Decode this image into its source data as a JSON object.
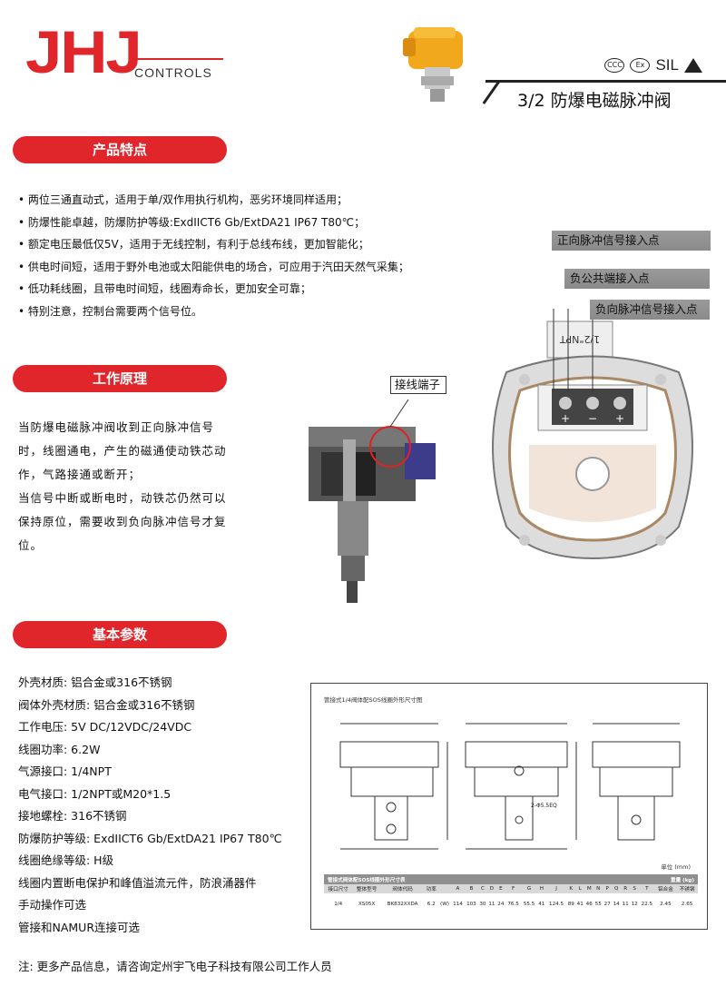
{
  "brand": {
    "letters": "JHJ",
    "sub": "CONTROLS"
  },
  "cert": {
    "c1": "CCC",
    "c2": "Ex",
    "sil": "SIL"
  },
  "title": "3/2 防爆电磁脉冲阀",
  "sections": {
    "features": "产品特点",
    "principle": "工作原理",
    "params": "基本参数"
  },
  "features": [
    "两位三通直动式，适用于单/双作用执行机构，恶劣环境同样适用；",
    "防爆性能卓越，防爆防护等级:ExdIICT6 Gb/ExtDA21 IP67 T80℃；",
    "额定电压最低仅5V，适用于无线控制，有利于总线布线，更加智能化；",
    "供电时间短，适用于野外电池或太阳能供电的场合，可应用于汽田天然气采集；",
    "低功耗线圈，且带电时间短，线圈寿命长，更加安全可靠；",
    "特别注意，控制台需要两个信号位。"
  ],
  "principle": [
    "当防爆电磁脉冲阀收到正向脉冲信号",
    "时，线圈通电，产生的磁通使动铁芯动",
    "作，气路接通或断开；",
    "当信号中断或断电时，动铁芯仍然可以",
    "保持原位，需要收到负向脉冲信号才复",
    "位。"
  ],
  "labels": {
    "pos": "正向脉冲信号接入点",
    "common": "负公共端接入点",
    "neg": "负向脉冲信号接入点",
    "terminal": "接线端子",
    "npt": "1/2\"NPT",
    "terms": [
      "+",
      "−",
      "+"
    ]
  },
  "params": [
    "外壳材质: 铝合金或316不锈钢",
    "阀体外壳材质: 铝合金或316不锈钢",
    "工作电压: 5V DC/12VDC/24VDC",
    "线圈功率: 6.2W",
    "气源接口: 1/4NPT",
    "电气接口: 1/2NPT或M20*1.5",
    "接地螺栓: 316不锈钢",
    "防爆防护等级: ExdIICT6 Gb/ExtDA21 IP67 T80℃",
    "线圈绝缘等级: H级",
    "线圈内置断电保护和峰值溢流元件，防浪涌器件",
    "手动操作可选",
    "管接和NAMUR连接可选"
  ],
  "drawing": {
    "title": "管接式1/4阀体配SOS线圈外形尺寸图",
    "unit": "单位 (mm)",
    "table_head": "管接式阀体配SOS线圈外形尺寸表",
    "weight_head": "重量 (kg)",
    "cols": [
      "接口尺寸",
      "整体型号",
      "阀体代码",
      "功率",
      "",
      "A",
      "B",
      "C",
      "D",
      "E",
      "F",
      "G",
      "H",
      "J",
      "K",
      "L",
      "M",
      "N",
      "P",
      "Q",
      "R",
      "S",
      "T",
      "铝合金",
      "不锈钢"
    ],
    "row": [
      "1/4",
      "XS05X",
      "BK832XXDA",
      "6.2",
      "(W)",
      "114",
      "103",
      "30",
      "11",
      "24",
      "76.5",
      "55.5",
      "41",
      "124.5",
      "89",
      "41",
      "46",
      "55",
      "27",
      "14",
      "11",
      "12",
      "22.5",
      "2.45",
      "2.65"
    ],
    "marks": [
      "2-Φ5.5EQ"
    ]
  },
  "footer": "注: 更多产品信息，请咨询定州宇飞电子科技有限公司工作人员"
}
